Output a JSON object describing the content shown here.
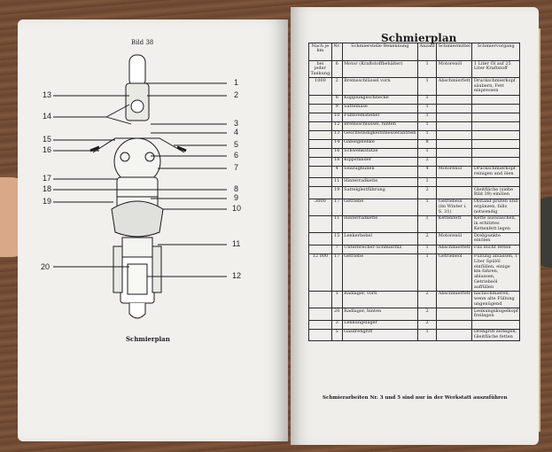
{
  "left_page": {
    "figure_label": "Bild 38",
    "caption": "Schmierplan",
    "callouts_left": [
      "13",
      "14",
      "15",
      "16",
      "17",
      "18",
      "19",
      "20"
    ],
    "callouts_right": [
      "1",
      "2",
      "3",
      "4",
      "5",
      "6",
      "7",
      "8",
      "9",
      "10",
      "11",
      "12"
    ]
  },
  "right_page": {
    "title": "Schmierplan",
    "headers": [
      "Nach je km",
      "Nr.",
      "Schmierstelle Benennung",
      "Anzahl",
      "Schmiermittel",
      "Schmiervorgang"
    ],
    "rows": [
      {
        "km": "bei jeder Tankung",
        "nr": "6",
        "name": "Motor (Kraftstoffbehälter)",
        "count": "1",
        "lub": "Motorenöl",
        "proc": "1 Liter Öl auf 25 Liter Kraftstoff"
      },
      {
        "km": "1000",
        "nr": "2",
        "name": "Bremsschlüssel vorn",
        "count": "1",
        "lub": "Abschmierfett",
        "proc": "Druckschmierkopf säubern, Fett einpressen"
      },
      {
        "km": "",
        "nr": "8",
        "name": "Kupplungsschnecke",
        "count": "1",
        "lub": "",
        "proc": ""
      },
      {
        "km": "",
        "nr": "9",
        "name": "Sattelnase",
        "count": "1",
        "lub": "",
        "proc": ""
      },
      {
        "km": "",
        "nr": "10",
        "name": "Fußbremshebel",
        "count": "1",
        "lub": "",
        "proc": ""
      },
      {
        "km": "",
        "nr": "12",
        "name": "Bremsschlüssel, hinten",
        "count": "1",
        "lub": "",
        "proc": ""
      },
      {
        "km": "",
        "nr": "13",
        "name": "Geschwindigkeitsmesserantrieb",
        "count": "1",
        "lub": "",
        "proc": ""
      },
      {
        "km": "",
        "nr": "14",
        "name": "Gabelgelenke",
        "count": "8",
        "lub": "",
        "proc": ""
      },
      {
        "km": "",
        "nr": "16",
        "name": "Schwenkstütze",
        "count": "1",
        "lub": "",
        "proc": ""
      },
      {
        "km": "",
        "nr": "18",
        "name": "Kippständer",
        "count": "2",
        "lub": "",
        "proc": ""
      },
      {
        "km": "",
        "nr": "4",
        "name": "Seilzughüllen",
        "count": "4",
        "lub": "Motorenöl",
        "proc": "Druckschmierkopf reinigen und ölen"
      },
      {
        "km": "",
        "nr": "11",
        "name": "Hinterradkette",
        "count": "1",
        "lub": "",
        "proc": ""
      },
      {
        "km": "",
        "nr": "19",
        "name": "Sattelgleitführung",
        "count": "2",
        "lub": "",
        "proc": "Gleitfläche (siehe Bild 39) einölen"
      },
      {
        "km": "3000",
        "nr": "17",
        "name": "Getriebe",
        "count": "1",
        "lub": "Getriebeöl (im Winter i. S. 31)",
        "proc": "Ölstand prüfen und ergänzen, falls notwendig"
      },
      {
        "km": "",
        "nr": "11",
        "name": "Hinterradkette",
        "count": "1",
        "lub": "Kettenfett",
        "proc": "Kette auswaschen, in erhitztes Kettenfett legen"
      },
      {
        "km": "",
        "nr": "15",
        "name": "Lenkerhebel",
        "count": "2",
        "lub": "Motorenöl",
        "proc": "Drehpunkte einölen"
      },
      {
        "km": "",
        "nr": "7",
        "name": "Unterbrecher-Schmierfilz",
        "count": "1",
        "lub": "Abschmierfett",
        "proc": "Filz leicht fetten"
      },
      {
        "km": "12 000",
        "nr": "17",
        "name": "Getriebe",
        "count": "1",
        "lub": "Getriebeöl",
        "proc": "Füllung ablassen, 1 Liter Spülöl einfüllen, einige km fahren, ablassen, Getriebeöl auffüllen"
      },
      {
        "km": "",
        "nr": "1",
        "name": "Radlager, vorn",
        "count": "2",
        "lub": "Abschmierfett",
        "proc": "nachschmieren, wenn alte Füllung ungenügend"
      },
      {
        "km": "",
        "nr": "20",
        "name": "Radlager, hinten",
        "count": "2",
        "lub": "",
        "proc": "Lenkungskugelkopf freilegen"
      },
      {
        "km": "",
        "nr": "3",
        "name": "Lenkungslager",
        "count": "2",
        "lub": "",
        "proc": ""
      },
      {
        "km": "",
        "nr": "5",
        "name": "Gasdrehgriff",
        "count": "1",
        "lub": "",
        "proc": "Drehgriff zerlegen, Gleitfläche fetten"
      }
    ],
    "footer": "Schmierarbeiten Nr. 3 und 5 sind nur in der Werkstatt auszuführen"
  }
}
